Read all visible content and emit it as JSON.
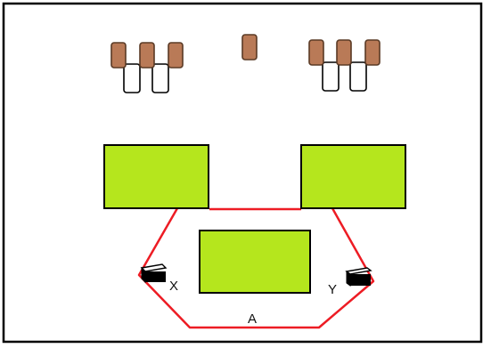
{
  "labels": {
    "x": "X",
    "y": "Y",
    "a": "A"
  },
  "colors": {
    "border": "#000000",
    "block_fill": "#b5e61d",
    "route_line": "#ed1c24",
    "peg_fill": "#b97a57",
    "peg_stroke": "#5a3a25",
    "base_fill": "#ffffff",
    "box_fill": "#000000"
  },
  "icons": [
    "small-box-icon",
    "small-box-icon"
  ]
}
